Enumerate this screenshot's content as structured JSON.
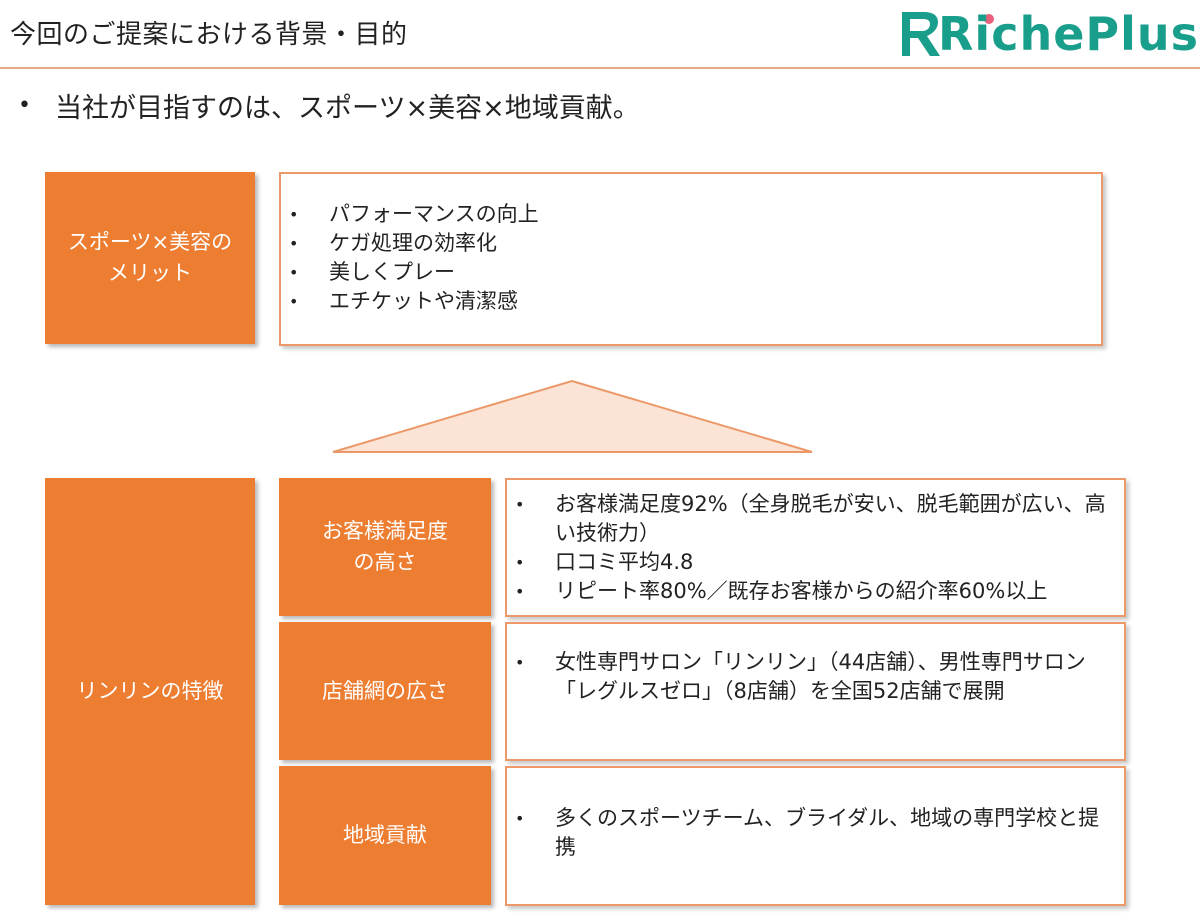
{
  "header": {
    "title": "今回のご提案における背景・目的",
    "logo_text": "RichePlus"
  },
  "lead": {
    "bullet": "•",
    "text": "当社が目指すのは、スポーツ×美容×地域貢献。"
  },
  "merit": {
    "label_line1": "スポーツ×美容の",
    "label_line2": "メリット",
    "items": [
      "パフォーマンスの向上",
      "ケガ処理の効率化",
      "美しくプレー",
      "エチケットや清潔感"
    ]
  },
  "features": {
    "label": "リンリンの特徴",
    "rows": [
      {
        "label_line1": "お客様満足度",
        "label_line2": "の高さ",
        "items": [
          "お客様満足度92%（全身脱毛が安い、脱毛範囲が広い、高い技術力）",
          "口コミ平均4.8",
          "リピート率80%／既存お客様からの紹介率60%以上"
        ]
      },
      {
        "label_line1": "店舗網の広さ",
        "label_line2": "",
        "items": [
          "女性専門サロン「リンリン」（44店舗）、男性専門サロン「レグルスゼロ」（8店舗）を全国52店舗で展開"
        ]
      },
      {
        "label_line1": "地域貢献",
        "label_line2": "",
        "items": [
          "多くのスポーツチーム、ブライダル、地域の専門学校と提携"
        ]
      }
    ]
  },
  "colors": {
    "accent": "#ed7d31",
    "border": "#ed9868",
    "logo": "#1a9e8c",
    "logo_dot": "#e8607a"
  }
}
